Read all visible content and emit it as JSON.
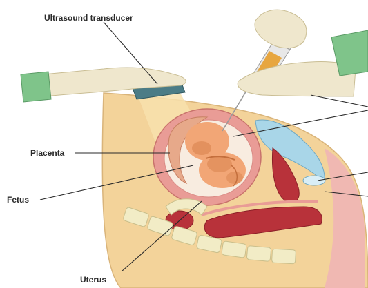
{
  "labels": {
    "ultrasound_transducer": "Ultrasound transducer",
    "placenta": "Placenta",
    "fetus": "Fetus",
    "uterus": "Uterus"
  },
  "colors": {
    "background": "#ffffff",
    "skin": "#f3d39a",
    "beam": "#f7e1ad",
    "uterus_wall": "#e99c96",
    "amniotic": "#f8ece0",
    "placenta": "#e7a98a",
    "fetus": "#f2a676",
    "fetus_shade": "#d8834f",
    "bladder": "#a9d6e8",
    "organ": "#b8323a",
    "bone": "#f2ecc6",
    "glove": "#efe7cd",
    "sleeve": "#7fc48a",
    "needle": "#c9c9c9",
    "syringe_fluid": "#e7a640",
    "leader_line": "#2a2a2a"
  }
}
